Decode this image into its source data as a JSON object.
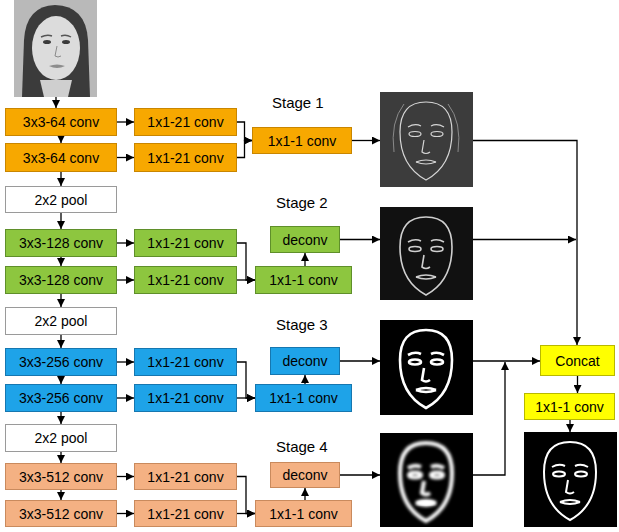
{
  "diagram": {
    "nodes": [
      {
        "text": [
          "3x3-64 conv"
        ]
      },
      {
        "text": [
          "1x1-21 conv"
        ]
      },
      {
        "text": [
          "1x1-1 conv"
        ]
      },
      {
        "text": [
          "3x3-64 conv"
        ]
      },
      {
        "text": [
          "1x1-21 conv"
        ]
      },
      {
        "text": [
          "2x2 pool"
        ]
      },
      {
        "text": [
          "3x3-128 conv"
        ]
      },
      {
        "text": [
          "1x1-21 conv"
        ]
      },
      {
        "text": [
          "deconv"
        ]
      },
      {
        "text": [
          "3x3-128 conv"
        ]
      },
      {
        "text": [
          "1x1-21 conv"
        ]
      },
      {
        "text": [
          "1x1-1 conv"
        ]
      },
      {
        "text": [
          "2x2 pool"
        ]
      },
      {
        "text": [
          "3x3-256 conv"
        ]
      },
      {
        "text": [
          "1x1-21 conv"
        ]
      },
      {
        "text": [
          "deconv"
        ]
      },
      {
        "text": [
          "Concat"
        ]
      },
      {
        "text": [
          "3x3-256 conv"
        ]
      },
      {
        "text": [
          "1x1-21 conv"
        ]
      },
      {
        "text": [
          "1x1-1 conv"
        ]
      },
      {
        "text": [
          "1x1-1 conv"
        ]
      },
      {
        "text": [
          "2x2 pool"
        ]
      },
      {
        "text": [
          "3x3-512 conv"
        ]
      },
      {
        "text": [
          "1x1-21 conv"
        ]
      },
      {
        "text": [
          "deconv"
        ]
      },
      {
        "text": [
          "3x3-512 conv"
        ]
      },
      {
        "text": [
          "1x1-21 conv"
        ]
      },
      {
        "text": [
          "1x1-1 conv"
        ]
      }
    ],
    "edges": [
      {
        "from": 0,
        "to": 3,
        "arrow": "to"
      },
      {
        "from": 0,
        "to": 1,
        "arrow": "to"
      },
      {
        "from": 3,
        "to": 4,
        "arrow": "to"
      },
      {
        "from": 1,
        "to": 2,
        "arrow": "to"
      },
      {
        "from": 4,
        "to": 2,
        "arrow": "to"
      },
      {
        "from": 3,
        "to": 5,
        "arrow": "to"
      },
      {
        "from": 5,
        "to": 6,
        "arrow": "to"
      },
      {
        "from": 6,
        "to": 9,
        "arrow": "to"
      },
      {
        "from": 6,
        "to": 7,
        "arrow": "to"
      },
      {
        "from": 9,
        "to": 10,
        "arrow": "to"
      },
      {
        "from": 7,
        "to": 11,
        "arrow": "to"
      },
      {
        "from": 10,
        "to": 11,
        "arrow": "to"
      },
      {
        "from": 11,
        "to": 8,
        "arrow": "to"
      },
      {
        "from": 9,
        "to": 12,
        "arrow": "to"
      },
      {
        "from": 12,
        "to": 13,
        "arrow": "to"
      },
      {
        "from": 13,
        "to": 17,
        "arrow": "to"
      },
      {
        "from": 13,
        "to": 14,
        "arrow": "to"
      },
      {
        "from": 17,
        "to": 18,
        "arrow": "to"
      },
      {
        "from": 14,
        "to": 19,
        "arrow": "to"
      },
      {
        "from": 18,
        "to": 19,
        "arrow": "to"
      },
      {
        "from": 19,
        "to": 15,
        "arrow": "to"
      },
      {
        "from": 17,
        "to": 21,
        "arrow": "to"
      },
      {
        "from": 21,
        "to": 22,
        "arrow": "to"
      },
      {
        "from": 22,
        "to": 25,
        "arrow": "to"
      },
      {
        "from": 22,
        "to": 23,
        "arrow": "to"
      },
      {
        "from": 25,
        "to": 26,
        "arrow": "to"
      },
      {
        "from": 23,
        "to": 27,
        "arrow": "to"
      },
      {
        "from": 26,
        "to": 27,
        "arrow": "to"
      },
      {
        "from": 27,
        "to": 24,
        "arrow": "to"
      },
      {
        "from": 16,
        "to": 20,
        "arrow": "to"
      }
    ],
    "labels": [
      "Stage 1",
      "Stage 2",
      "Stage 3",
      "Stage 4"
    ]
  }
}
